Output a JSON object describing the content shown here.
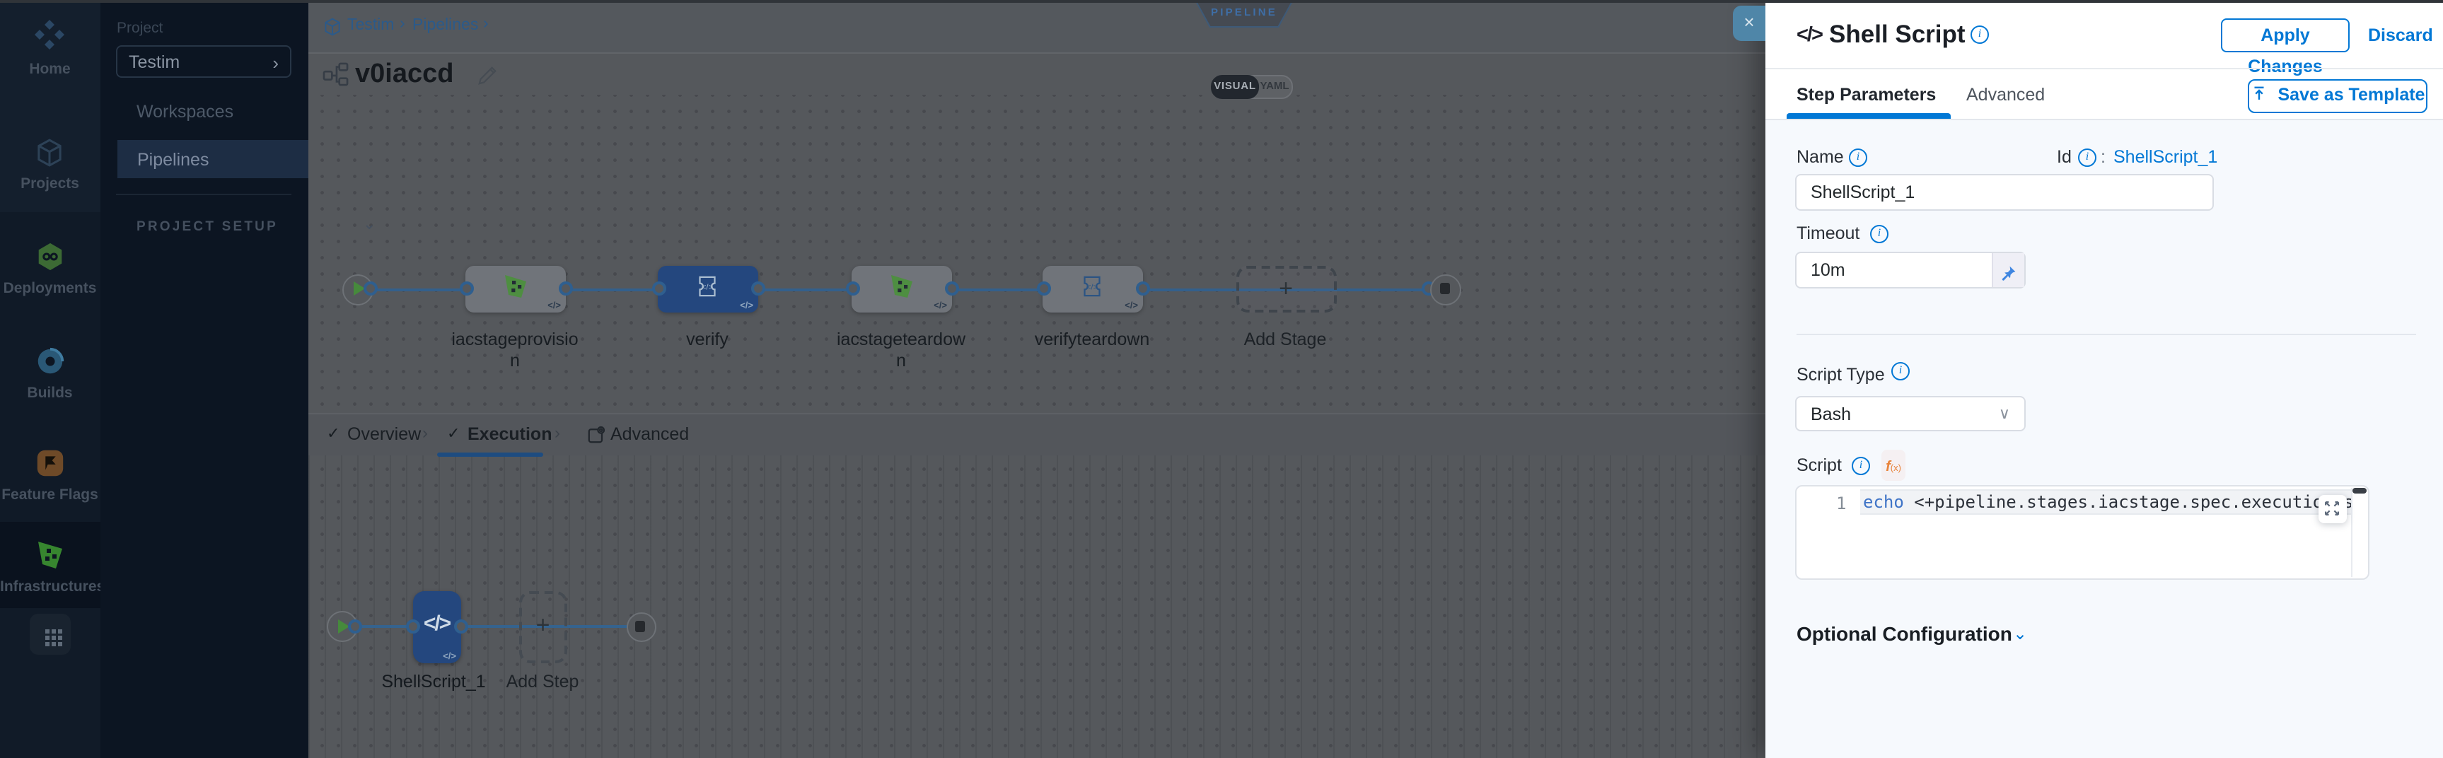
{
  "nav": {
    "items": [
      {
        "label": "Home",
        "icon": "harness-logo-icon"
      },
      {
        "label": "Projects",
        "icon": "projects-box-icon"
      },
      {
        "label": "Deployments",
        "icon": "deployments-icon"
      },
      {
        "label": "Builds",
        "icon": "builds-icon"
      },
      {
        "label": "Feature Flags",
        "icon": "feature-flags-icon"
      },
      {
        "label": "Infrastructures",
        "icon": "infrastructures-icon"
      }
    ],
    "project_label": "Project",
    "project_name": "Testim",
    "workspaces": "Workspaces",
    "pipelines": "Pipelines",
    "project_setup": "PROJECT SETUP"
  },
  "header": {
    "breadcrumb_project": "Testim",
    "breadcrumb_pipelines": "Pipelines",
    "studio_badge": "PIPELINE STUDIO",
    "pipeline_name": "v0iaccd",
    "visual": "VISUAL",
    "yaml": "YAML"
  },
  "pipeline": {
    "stages": [
      {
        "label": "iacstageprovision",
        "icon": "infrastructure-stage-icon"
      },
      {
        "label": "verify",
        "icon": "custom-stage-icon",
        "selected": true
      },
      {
        "label": "iacstageteardown",
        "icon": "infrastructure-stage-icon"
      },
      {
        "label": "verifyteardown",
        "icon": "custom-stage-icon"
      },
      {
        "label": "Add Stage",
        "icon": "plus-icon"
      }
    ]
  },
  "stage_tabs": {
    "overview": "Overview",
    "execution": "Execution",
    "advanced": "Advanced"
  },
  "execution_flow": {
    "step_label": "ShellScript_1",
    "add_step": "Add Step"
  },
  "drawer": {
    "title": "Shell Script",
    "apply": "Apply Changes",
    "discard": "Discard",
    "tab_step_parameters": "Step Parameters",
    "tab_advanced": "Advanced",
    "save_as_template": "Save as Template",
    "name_label": "Name",
    "name_value": "ShellScript_1",
    "id_label": "Id",
    "id_sep": ":",
    "id_value": "ShellScript_1",
    "timeout_label": "Timeout",
    "timeout_value": "10m",
    "script_type_label": "Script Type",
    "script_type_value": "Bash",
    "script_label": "Script",
    "fx": "f",
    "fx_sub": "(x)",
    "line_number": "1",
    "code_keyword": "echo",
    "code_rest": " <+pipeline.stages.iacstage.spec.execution.steps.appl",
    "optional_configuration": "Optional Configuration"
  },
  "glyphs": {
    "check": "✓",
    "chev_right": "›",
    "caret_down": "⌄",
    "select_caret": "∨",
    "plus": "+",
    "close": "×",
    "code": "</>"
  },
  "colors": {
    "accent": "#0278d5",
    "selected_node_dimmed": "#24477e",
    "canvas_dimmed": "#55585c",
    "sidebar": "#0c1522"
  }
}
